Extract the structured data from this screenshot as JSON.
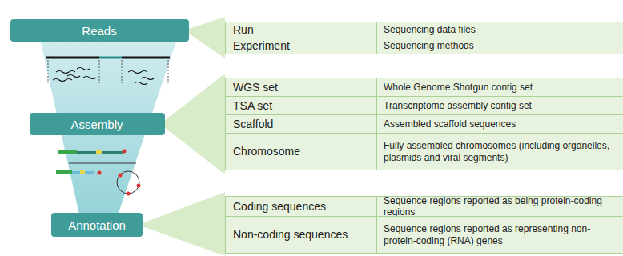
{
  "diagram": {
    "nodes": [
      {
        "text": [
          "Reads"
        ]
      },
      {
        "text": [
          "Assembly"
        ]
      },
      {
        "text": [
          "Annotation"
        ]
      }
    ],
    "labels": [
      "Run",
      "Sequencing data files",
      "Experiment",
      "Sequencing methods",
      "WGS set",
      "Whole Genome Shotgun contig set",
      "TSA set",
      "Transcriptome assembly contig set",
      "Scaffold",
      "Assembled scaffold sequences",
      "Chromosome",
      "Fully assembled chromosomes (including organelles, plasmids and viral segments)",
      "Coding sequences",
      "Sequence regions reported as being protein-coding regions",
      "Non-coding sequences",
      "Sequence regions reported as representing non-protein-coding (RNA) genes"
    ]
  }
}
